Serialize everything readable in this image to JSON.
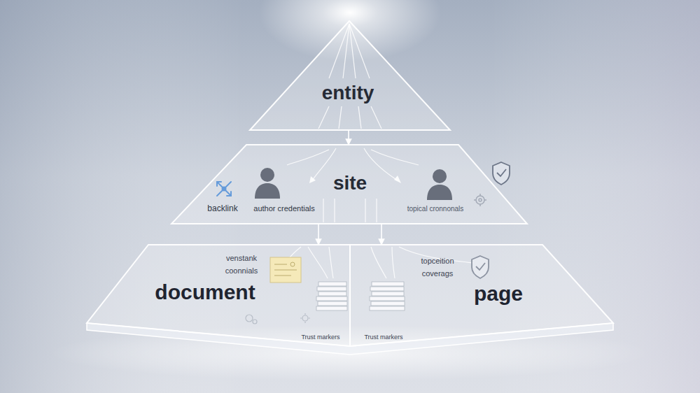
{
  "diagram": {
    "nodes": [
      {
        "text": [
          "entity"
        ]
      },
      {
        "text": [
          "site",
          "backlink",
          "author credentials",
          "topical cronnonals"
        ]
      },
      {
        "text": [
          "document",
          "venstank coonnials",
          "Trust markers"
        ]
      },
      {
        "text": [
          "page",
          "topceition coverags",
          "Trust markers"
        ]
      }
    ],
    "edges": [
      {
        "from": 0,
        "to": 1,
        "arrow": "to"
      },
      {
        "from": 1,
        "to": 2,
        "arrow": "to"
      },
      {
        "from": 1,
        "to": 3,
        "arrow": "to"
      }
    ]
  }
}
